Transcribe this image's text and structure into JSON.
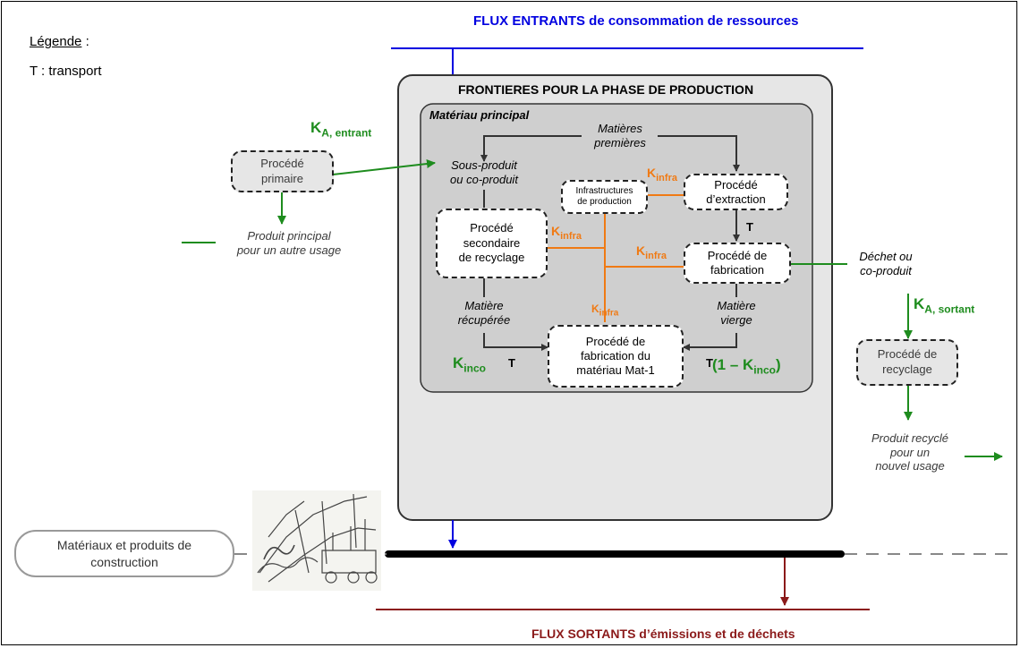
{
  "legend": {
    "title": "Légende",
    "colon": " :",
    "entry": "T : transport"
  },
  "flux_in": {
    "label": "FLUX ENTRANTS de consommation de ressources"
  },
  "flux_out": {
    "label": "FLUX SORTANTS d’émissions et de déchets"
  },
  "frontier": {
    "title": "FRONTIERES POUR LA PHASE DE PRODUCTION"
  },
  "main_material": {
    "title": "Matériau principal"
  },
  "nodes": {
    "matieres_premieres": "Matières\npremières",
    "sous_produit": "Sous-produit\nou co-produit",
    "infrastructures": "Infrastructures\nde production",
    "extraction": "Procédé\nd’extraction",
    "secondaire": "Procédé\nsecondaire\nde recyclage",
    "fabrication": "Procédé de\nfabrication",
    "matiere_recuperee": "Matière\nrécupérée",
    "matiere_vierge": "Matière\nvierge",
    "fabrication_mat": "Procédé de\nfabrication du\nmatériau Mat-1",
    "procede_primaire": "Procédé\nprimaire",
    "produit_principal": "Produit principal\npour un autre usage",
    "dechet": "Déchet ou\nco-produit",
    "procede_recyclage": "Procédé de\nrecyclage",
    "produit_recycle": "Produit recyclé\npour un\nnouvel usage",
    "materiaux": "Matériaux et produits de\nconstruction"
  },
  "coefficients": {
    "k_a_entrant": {
      "main": "K",
      "sub": "A, entrant"
    },
    "k_a_sortant": {
      "main": "K",
      "sub": "A, sortant"
    },
    "k_infra": {
      "main": "K",
      "sub": "infra"
    },
    "k_inco": {
      "main": "K",
      "sub": "inco"
    },
    "one_minus_k_inco": {
      "prefix": "(1 – K",
      "sub": "inco",
      "suffix": ")"
    }
  },
  "transport_label": "T",
  "colors": {
    "blue": "#0000e0",
    "darkred": "#8b1a1a",
    "green": "#1e8c1e",
    "orange": "#f07a14",
    "frontier_fill": "#e6e6e6",
    "inner_fill": "#cfcfcf",
    "outline": "#333333"
  }
}
